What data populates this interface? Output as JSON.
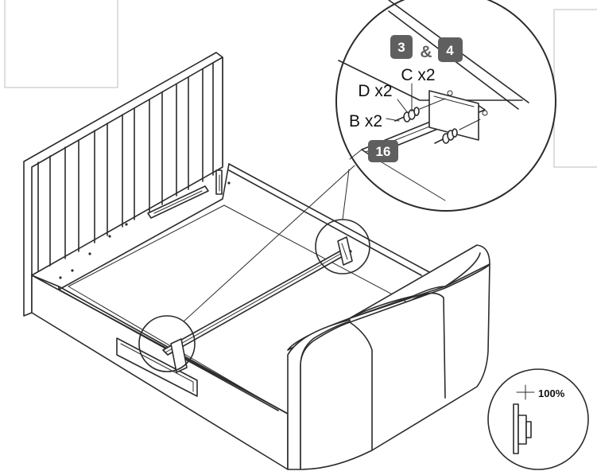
{
  "badges": {
    "step_a": "3",
    "ampersand": "&",
    "step_b": "4",
    "part_number": "16"
  },
  "parts": {
    "d": "D x2",
    "c": "C x2",
    "b": "B x2"
  },
  "scale_indicator": {
    "label": "100%"
  },
  "colors": {
    "badge_fill": "#5f5f5f",
    "line": "#2b2b2b",
    "background": "#ffffff"
  }
}
